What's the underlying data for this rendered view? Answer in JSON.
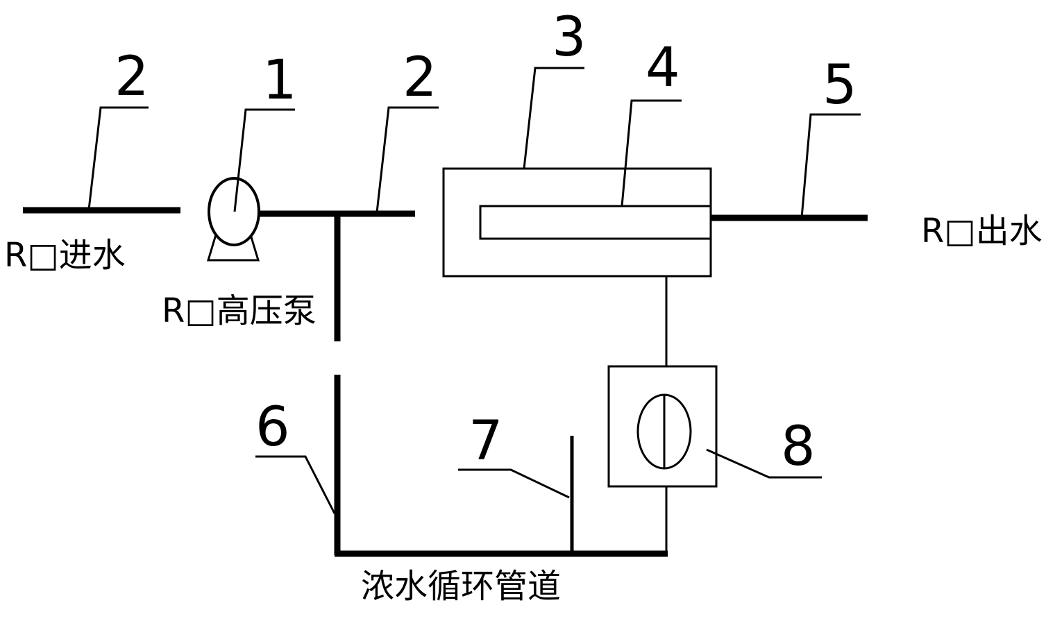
{
  "labels": {
    "ro_inlet": "R□进水",
    "ro_pump": "R□高压泵",
    "ro_outlet": "R□出水",
    "concentrate_loop": "浓水循环管道"
  },
  "callouts": [
    "2",
    "1",
    "2",
    "3",
    "4",
    "5",
    "6",
    "7",
    "8"
  ]
}
